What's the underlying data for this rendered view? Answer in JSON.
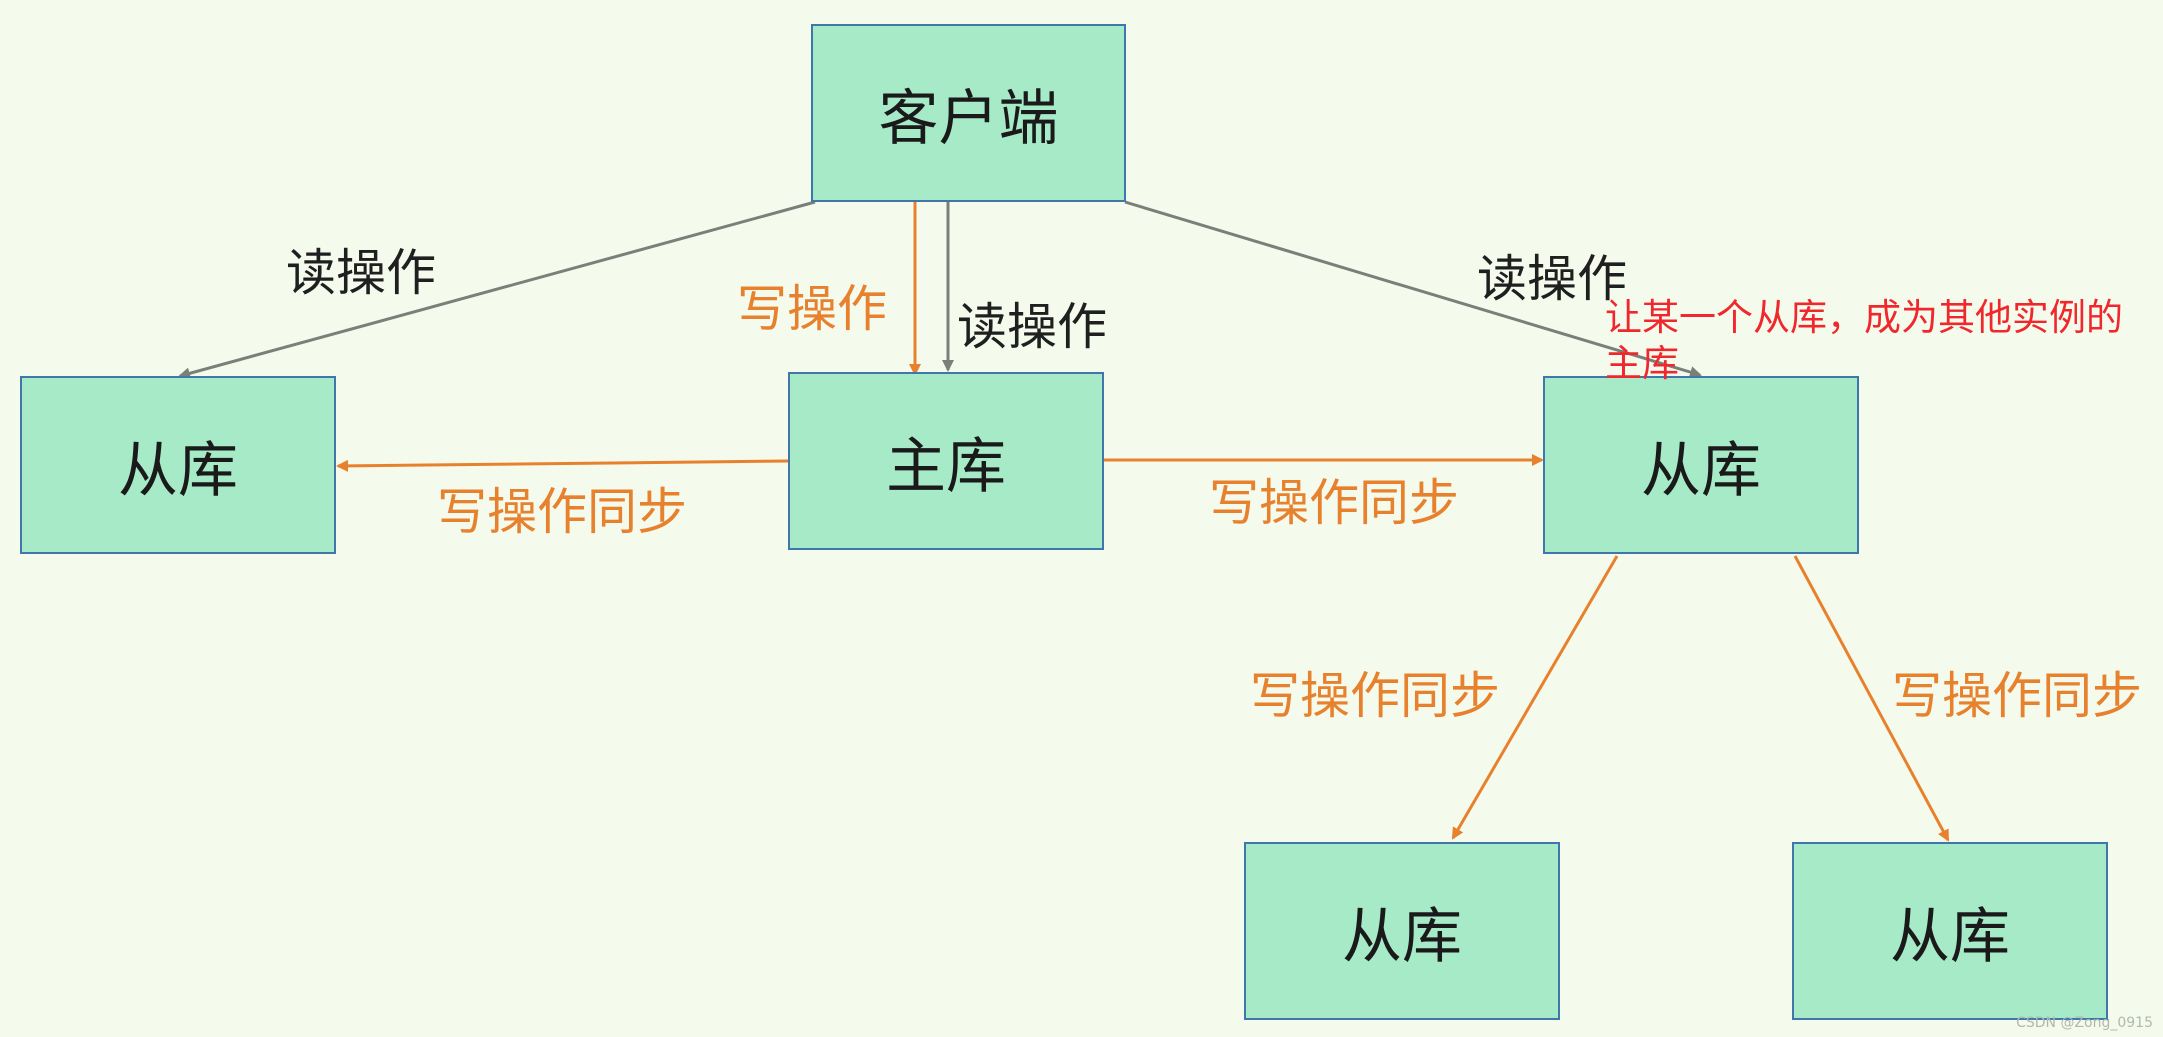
{
  "nodes": {
    "client": "客户端",
    "master": "主库",
    "slave_left": "从库",
    "slave_right": "从库",
    "slave_bottom_left": "从库",
    "slave_bottom_right": "从库"
  },
  "edge_labels": {
    "read_left": "读操作",
    "write_master": "写操作",
    "read_master": "读操作",
    "read_right": "读操作",
    "sync_left": "写操作同步",
    "sync_right": "写操作同步",
    "sync_bottom_left": "写操作同步",
    "sync_bottom_right": "写操作同步"
  },
  "annotation": "让某一个从库，成为其他实例的主库",
  "watermark": "CSDN @Zong_0915",
  "colors": {
    "background": "#f4fbec",
    "node_fill": "#a6eac8",
    "node_border": "#3f76ac",
    "read_edge": "#7a7f7a",
    "write_edge": "#e8812e",
    "annotation": "#f0282d"
  }
}
